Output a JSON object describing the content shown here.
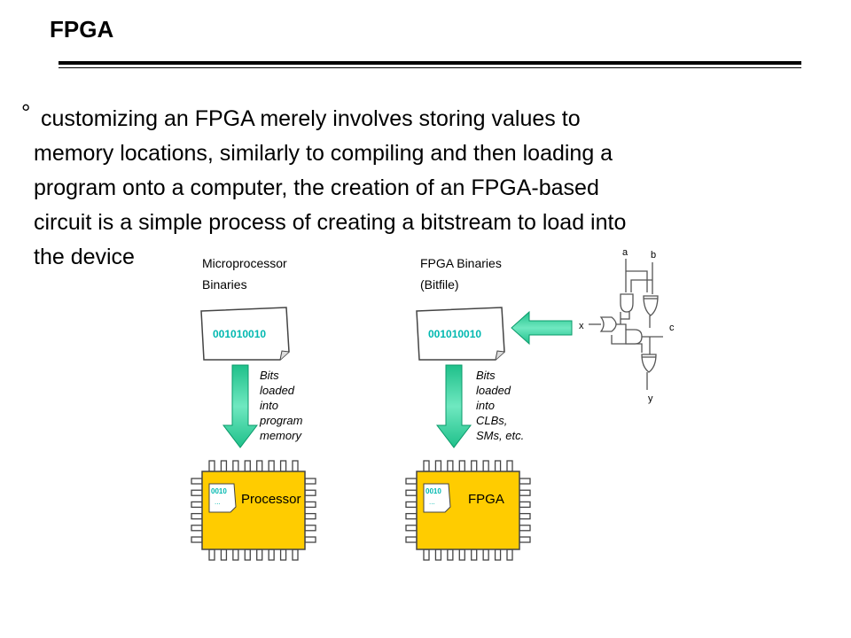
{
  "slide": {
    "title": "FPGA",
    "bullet_marker": "°",
    "bullet_lines": [
      "customizing an FPGA merely involves storing values to",
      "memory locations, similarly to compiling and then loading a",
      "program onto a computer, the creation of an FPGA-based",
      "circuit is a simple process of creating a bitstream to load into",
      "the device"
    ]
  },
  "diagram": {
    "left": {
      "heading": [
        "Microprocessor",
        "Binaries"
      ],
      "file_bits": "001010010",
      "caption": [
        "Bits",
        "loaded",
        "into",
        "program",
        "memory"
      ],
      "chip_bits": "0010",
      "chip_dots": "...",
      "chip_label": "Processor"
    },
    "right": {
      "heading": [
        "FPGA Binaries",
        "(Bitfile)"
      ],
      "file_bits": "001010010",
      "caption": [
        "Bits",
        "loaded",
        "into",
        "CLBs,",
        "SMs, etc."
      ],
      "chip_bits": "0010",
      "chip_dots": "...",
      "chip_label": "FPGA"
    },
    "circuit": {
      "input_a": "a",
      "input_b": "b",
      "input_x": "x",
      "output_c": "c",
      "output_y": "y"
    },
    "colors": {
      "chip_fill": "#FFCC00",
      "arrow_fill": "#33D6A0",
      "bits_text": "#00B8B0"
    }
  }
}
